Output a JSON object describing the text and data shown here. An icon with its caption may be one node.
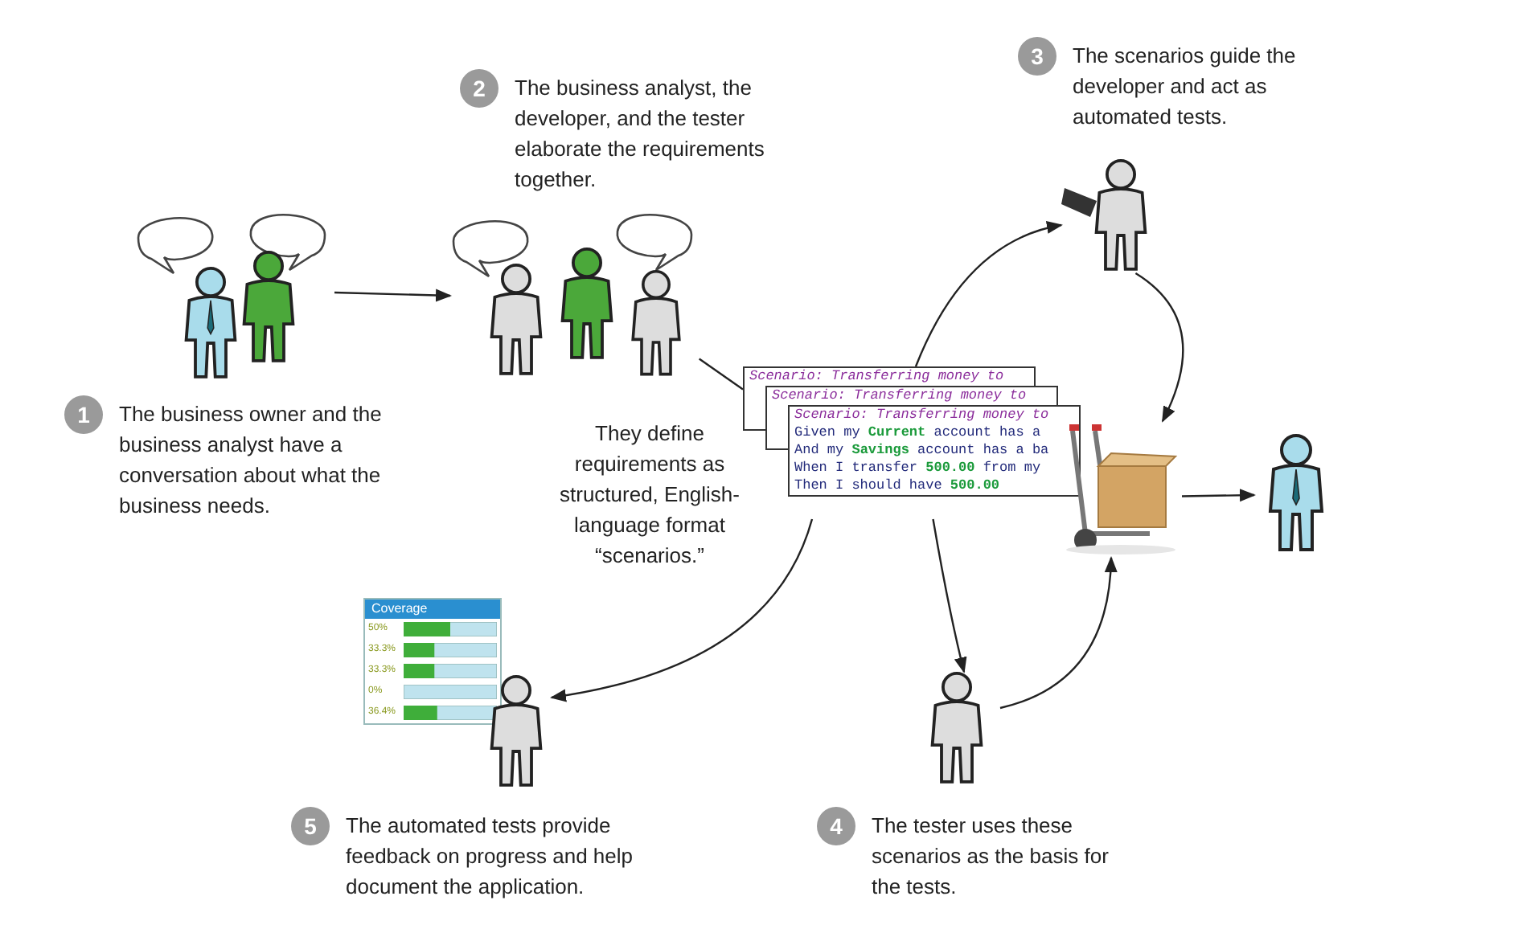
{
  "diagram": {
    "nodes": [
      {
        "text": [],
        "shape": "picture"
      },
      {
        "text": [],
        "shape": "picture"
      },
      {
        "text": [
          "Scenario: Transferring money to",
          "Scenario: Transferring money to",
          "Scenario: Transferring money to",
          "Given my **Current** account has a",
          "And my **Savings** account has a ba",
          "When I transfer **500.00** from my",
          "Then I should have **500.00**"
        ],
        "beside": [
          "They define requirements as structured, English-language format “scenarios.”"
        ]
      },
      {
        "text": [],
        "shape": "picture"
      },
      {
        "text": [],
        "shape": "picture"
      },
      {
        "text": [],
        "shape": "picture"
      },
      {
        "text": [],
        "shape": "picture"
      },
      {
        "text": [],
        "shape": "picture"
      },
      {
        "text": [
          "1"
        ],
        "beside": [
          "The business owner and the business analyst have a conversation about what the business needs."
        ]
      },
      {
        "text": [
          "2"
        ],
        "beside": [
          "The business analyst, the developer, and the tester elaborate the requirements together."
        ]
      },
      {
        "text": [
          "3"
        ],
        "beside": [
          "The scenarios guide the developer and act as automated tests."
        ]
      },
      {
        "text": [
          "4"
        ],
        "beside": [
          "The tester uses these scenarios as the basis for the tests."
        ]
      },
      {
        "text": [
          "5"
        ],
        "beside": [
          "The automated tests provide feedback on progress and help document the application."
        ]
      }
    ],
    "edges": [
      {
        "from": 0,
        "to": 1,
        "arrow": "to"
      },
      {
        "from": 1,
        "to": 2,
        "arrow": "none"
      },
      {
        "from": 2,
        "to": 3,
        "arrow": "to"
      },
      {
        "from": 3,
        "to": 4,
        "arrow": "to"
      },
      {
        "from": 4,
        "to": 5,
        "arrow": "to"
      },
      {
        "from": 2,
        "to": 6,
        "arrow": "to"
      },
      {
        "from": 6,
        "to": 4,
        "arrow": "to"
      },
      {
        "from": 2,
        "to": 7,
        "arrow": "to"
      }
    ],
    "labels": [
      "Coverage",
      "50%",
      "33.3%",
      "33.3%",
      "0%",
      "36.4%"
    ]
  }
}
